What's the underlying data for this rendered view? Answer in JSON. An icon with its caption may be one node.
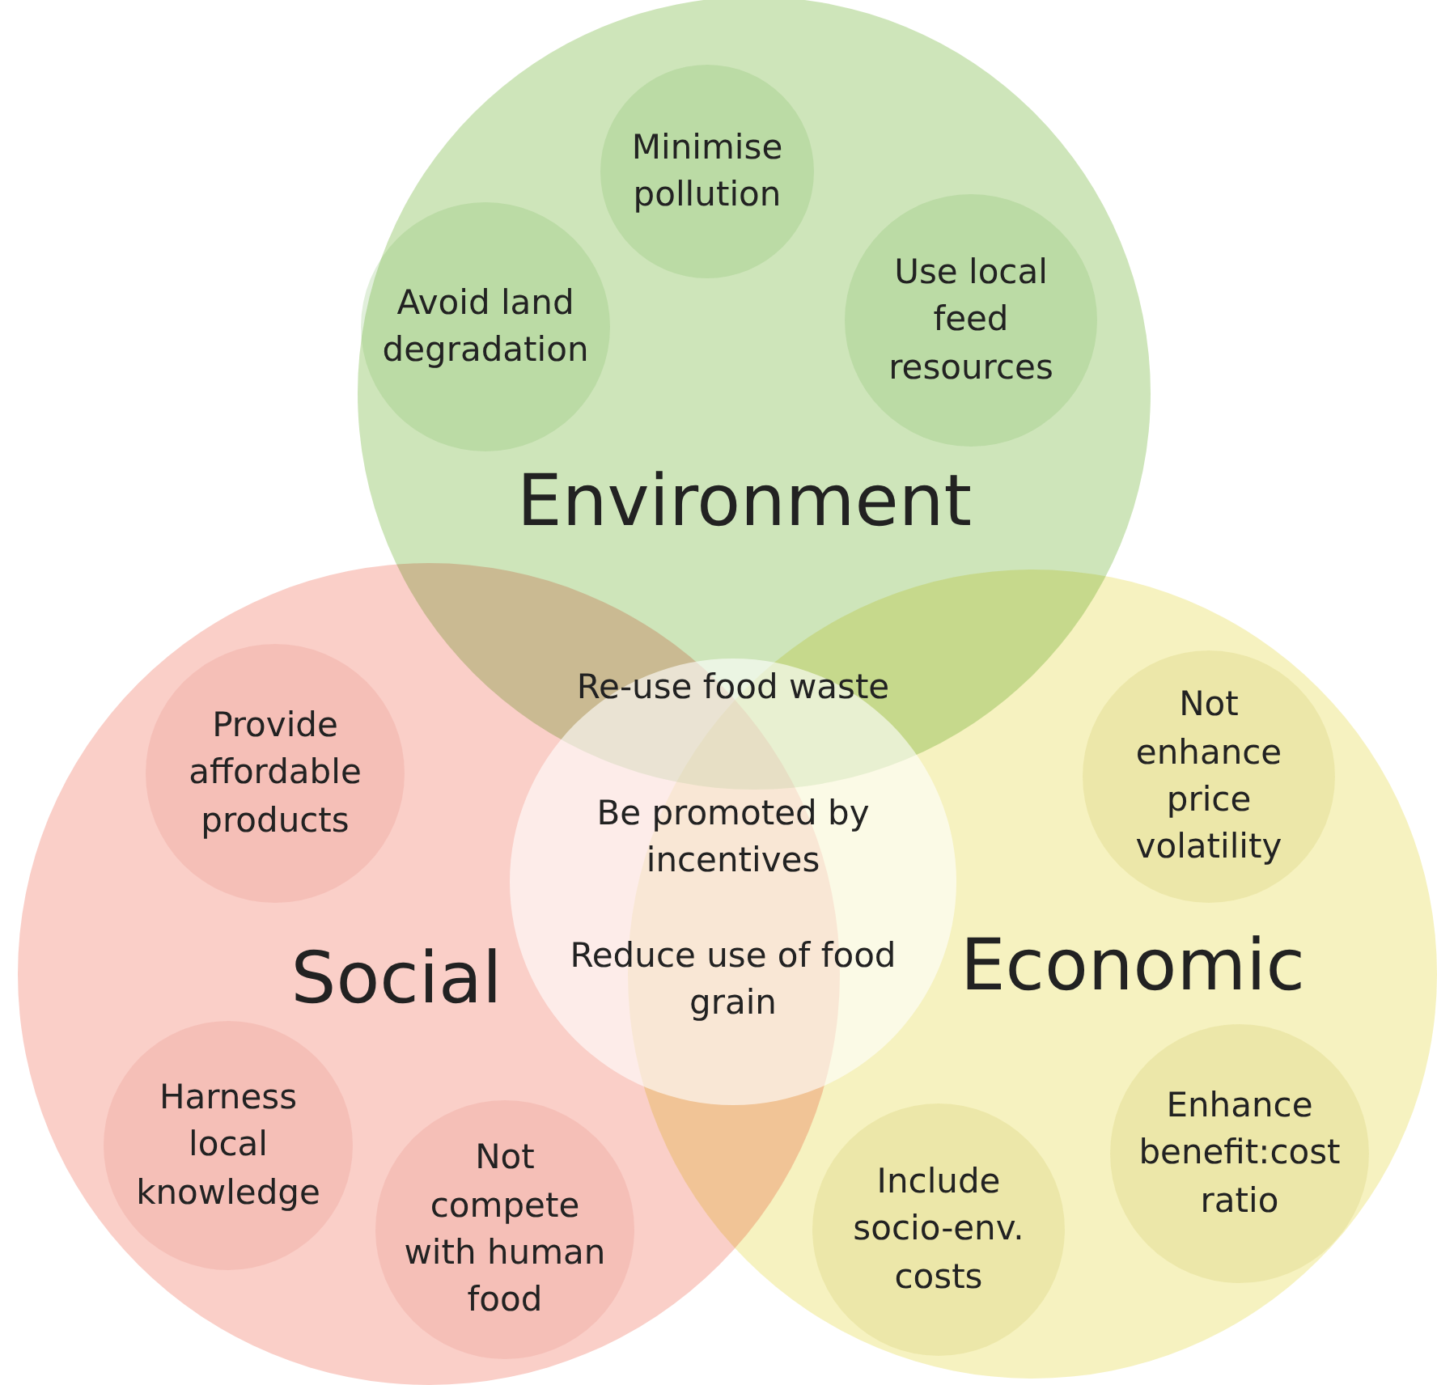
{
  "diagram": {
    "nodes": [
      {
        "text": [
          "Environment"
        ]
      },
      {
        "text": [
          "Avoid land degradation"
        ],
        "in": 0
      },
      {
        "text": [
          "Minimise pollution"
        ],
        "in": 0
      },
      {
        "text": [
          "Use local feed resources"
        ],
        "in": 0
      },
      {
        "text": [
          "Social"
        ]
      },
      {
        "text": [
          "Provide affordable products"
        ],
        "in": 4
      },
      {
        "text": [
          "Harness local knowledge"
        ],
        "in": 4
      },
      {
        "text": [
          "Not compete with human food"
        ],
        "in": 4
      },
      {
        "text": [
          "Economic"
        ]
      },
      {
        "text": [
          "Not enhance price volatility"
        ],
        "in": 8
      },
      {
        "text": [
          "Include socio-env. costs"
        ],
        "in": 8
      },
      {
        "text": [
          "Enhance benefit:cost ratio"
        ],
        "in": 8
      },
      {
        "text": [
          "Re-use food waste",
          "Be promoted by incentives",
          "Reduce use of food grain"
        ]
      }
    ]
  }
}
